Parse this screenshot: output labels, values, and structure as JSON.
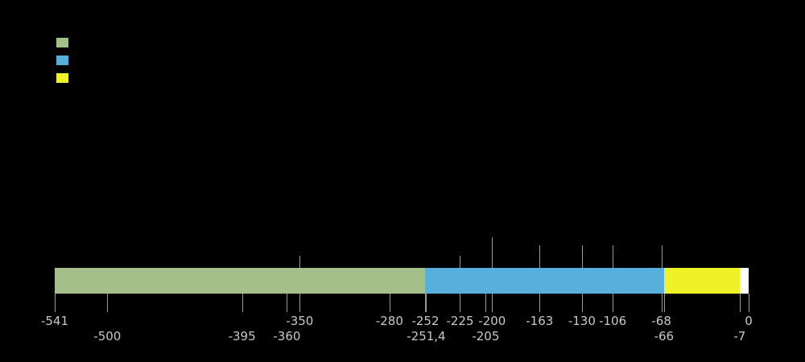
{
  "page": {
    "background": "#000000"
  },
  "legend": {
    "items": [
      {
        "name": "legend-swatch-green",
        "color": "#a5bf8b"
      },
      {
        "name": "legend-swatch-blue",
        "color": "#57b0db"
      },
      {
        "name": "legend-swatch-yellow",
        "color": "#eef227"
      }
    ]
  },
  "chart_data": {
    "type": "timeline-bar",
    "xlim": [
      -541,
      0
    ],
    "grid": false,
    "legend_position": "top-left",
    "segments": [
      {
        "name": "segment-green",
        "start": -541,
        "end": -252,
        "color": "#a5bf8b"
      },
      {
        "name": "segment-blue",
        "start": -252,
        "end": -66,
        "color": "#57b0db"
      },
      {
        "name": "segment-yellow",
        "start": -66,
        "end": -7,
        "color": "#eef227"
      },
      {
        "name": "segment-white",
        "start": -7,
        "end": 0,
        "color": "#ffffff"
      }
    ],
    "ticks": [
      {
        "value": -541,
        "label": "-541",
        "row": 1
      },
      {
        "value": -500,
        "label": "-500",
        "row": 2
      },
      {
        "value": -395,
        "label": "-395",
        "row": 2
      },
      {
        "value": -360,
        "label": "-360",
        "row": 2
      },
      {
        "value": -350,
        "label": "-350",
        "row": 1
      },
      {
        "value": -280,
        "label": "-280",
        "row": 1
      },
      {
        "value": -252,
        "label": "-252",
        "row": 1
      },
      {
        "value": -251.4,
        "label": "-251,4",
        "row": 2
      },
      {
        "value": -225,
        "label": "-225",
        "row": 1
      },
      {
        "value": -205,
        "label": "-205",
        "row": 2
      },
      {
        "value": -200,
        "label": "-200",
        "row": 1
      },
      {
        "value": -163,
        "label": "-163",
        "row": 1
      },
      {
        "value": -130,
        "label": "-130",
        "row": 1
      },
      {
        "value": -106,
        "label": "-106",
        "row": 1
      },
      {
        "value": -68,
        "label": "-68",
        "row": 1
      },
      {
        "value": -66,
        "label": "-66",
        "row": 2
      },
      {
        "value": -7,
        "label": "-7",
        "row": 2
      },
      {
        "value": 0,
        "label": "0",
        "row": 1
      }
    ],
    "callouts": [
      {
        "value": -350,
        "extent": 15
      },
      {
        "value": -225,
        "extent": 15
      },
      {
        "value": -200,
        "extent": 38
      },
      {
        "value": -163,
        "extent": 28
      },
      {
        "value": -130,
        "extent": 28
      },
      {
        "value": -106,
        "extent": 28
      },
      {
        "value": -68,
        "extent": 28
      }
    ],
    "colors": {
      "text": "#c8c8c8",
      "tick": "#999999"
    }
  }
}
